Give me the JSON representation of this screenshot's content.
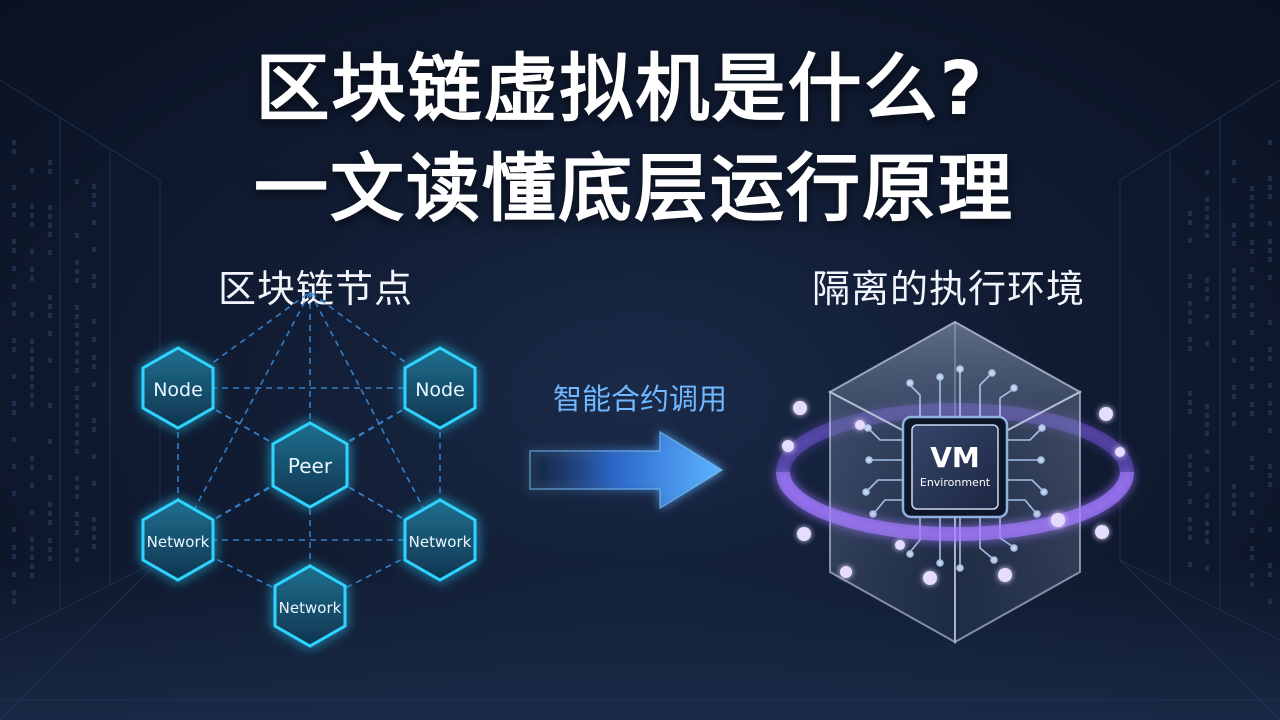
{
  "title": {
    "line1": "区块链虚拟机是什么?",
    "line2": "一文读懂底层运行原理"
  },
  "left_section": {
    "label": "区块链节点",
    "nodes": [
      {
        "id": "node-top-left",
        "label": "Node"
      },
      {
        "id": "node-top-right",
        "label": "Node"
      },
      {
        "id": "node-center",
        "label": "Peer"
      },
      {
        "id": "node-mid-left",
        "label": "Network"
      },
      {
        "id": "node-mid-right",
        "label": "Network"
      },
      {
        "id": "node-bottom",
        "label": "Network"
      }
    ]
  },
  "arrow": {
    "label": "智能合约调用"
  },
  "right_section": {
    "label": "隔离的执行环境",
    "chip_title": "VM",
    "chip_subtitle": "Environment"
  },
  "colors": {
    "node_glow": "#27c7f0",
    "arrow": "#3aa3ff",
    "ring": "#a57cff",
    "text_accent": "#6fb8ff"
  }
}
